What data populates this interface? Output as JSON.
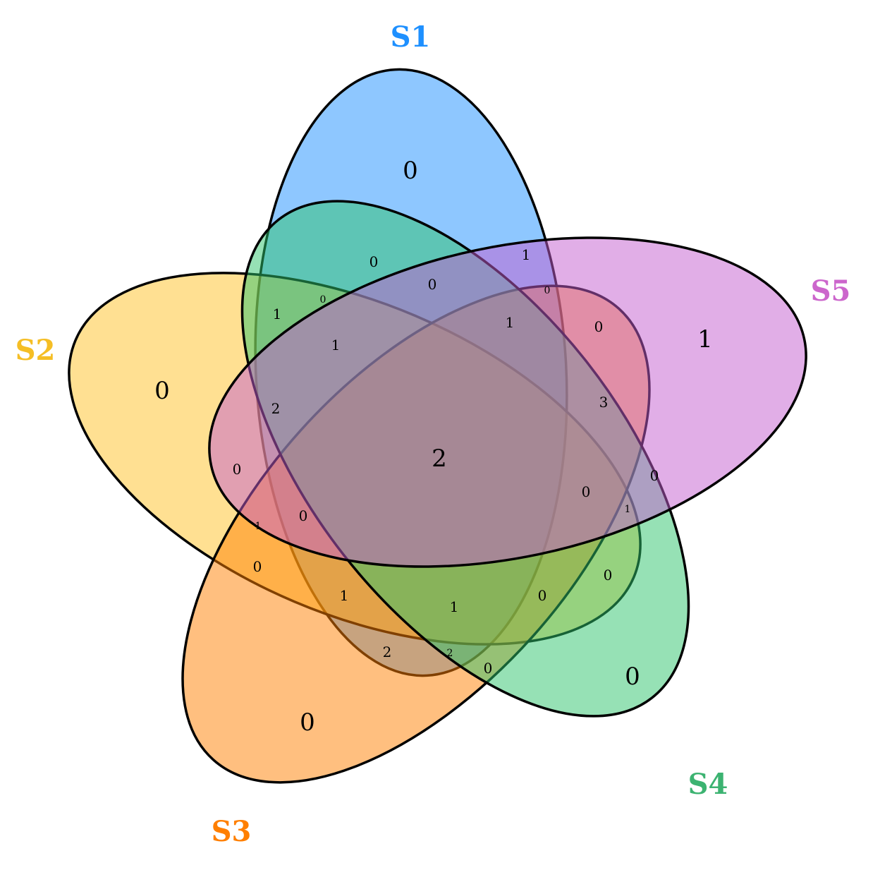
{
  "sets": [
    {
      "id": "S1",
      "label": "S1",
      "color": "#1E90FF",
      "label_color": "#1E90FF"
    },
    {
      "id": "S2",
      "label": "S2",
      "color": "#FFC125",
      "label_color": "#F5BE25"
    },
    {
      "id": "S3",
      "label": "S3",
      "color": "#FF7F00",
      "label_color": "#FF7F00"
    },
    {
      "id": "S4",
      "label": "S4",
      "color": "#2EC36B",
      "label_color": "#3CB371"
    },
    {
      "id": "S5",
      "label": "S5",
      "color": "#C45ED0",
      "label_color": "#CC66CC"
    }
  ],
  "regions": [
    {
      "sets": [
        "S1"
      ],
      "count": "0"
    },
    {
      "sets": [
        "S2"
      ],
      "count": "0"
    },
    {
      "sets": [
        "S3"
      ],
      "count": "0"
    },
    {
      "sets": [
        "S4"
      ],
      "count": "0"
    },
    {
      "sets": [
        "S5"
      ],
      "count": "1"
    },
    {
      "sets": [
        "S1",
        "S2",
        "S3",
        "S4",
        "S5"
      ],
      "count": "2"
    },
    {
      "region": "r07",
      "count": "0"
    },
    {
      "region": "r08",
      "count": "1"
    },
    {
      "region": "r09",
      "count": "0"
    },
    {
      "region": "r10",
      "count": "0"
    },
    {
      "region": "r11",
      "count": "1"
    },
    {
      "region": "r12",
      "count": "0"
    },
    {
      "region": "r13",
      "count": "1"
    },
    {
      "region": "r14",
      "count": "0"
    },
    {
      "region": "r15",
      "count": "1"
    },
    {
      "region": "r16",
      "count": "2"
    },
    {
      "region": "r17",
      "count": "3"
    },
    {
      "region": "r18",
      "count": "0"
    },
    {
      "region": "r19",
      "count": "0"
    },
    {
      "region": "r20",
      "count": "0"
    },
    {
      "region": "r21",
      "count": "1"
    },
    {
      "region": "r22",
      "count": "0"
    },
    {
      "region": "r23",
      "count": "1"
    },
    {
      "region": "r24",
      "count": "0"
    },
    {
      "region": "r25",
      "count": "0"
    },
    {
      "region": "r26",
      "count": "1"
    },
    {
      "region": "r27",
      "count": "1"
    },
    {
      "region": "r28",
      "count": "0"
    },
    {
      "region": "r29",
      "count": "0"
    },
    {
      "region": "r30",
      "count": "2"
    },
    {
      "region": "r31",
      "count": "2"
    },
    {
      "region": "r32",
      "count": "0"
    }
  ]
}
